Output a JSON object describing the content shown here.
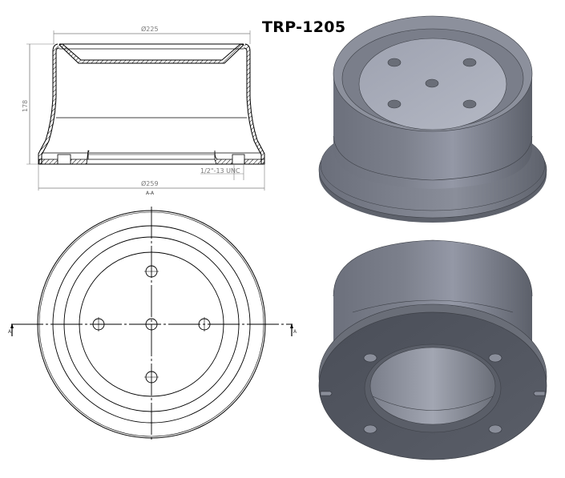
{
  "drawing": {
    "part_number": "TRP-1205",
    "section_view": {
      "label": "A-A",
      "dimensions": {
        "top_diameter": "Ø225",
        "bottom_diameter": "Ø259",
        "height": "178",
        "thread_callout": "1/2\"-13 UNC"
      }
    },
    "top_view": {
      "cut_marker_left": "A",
      "cut_marker_right": "A",
      "holes": 5
    },
    "renders": [
      {
        "name": "isometric-top-render",
        "description": "Top isometric view showing 5 holes in recessed face"
      },
      {
        "name": "isometric-bottom-render",
        "description": "Bottom isometric view showing flange with 4 holes and 2 slots"
      }
    ],
    "colors": {
      "line": "#000000",
      "dimension": "#7a7a7a",
      "render_light": "#9a9eab",
      "render_mid": "#737784",
      "render_dark": "#4e525c"
    }
  }
}
